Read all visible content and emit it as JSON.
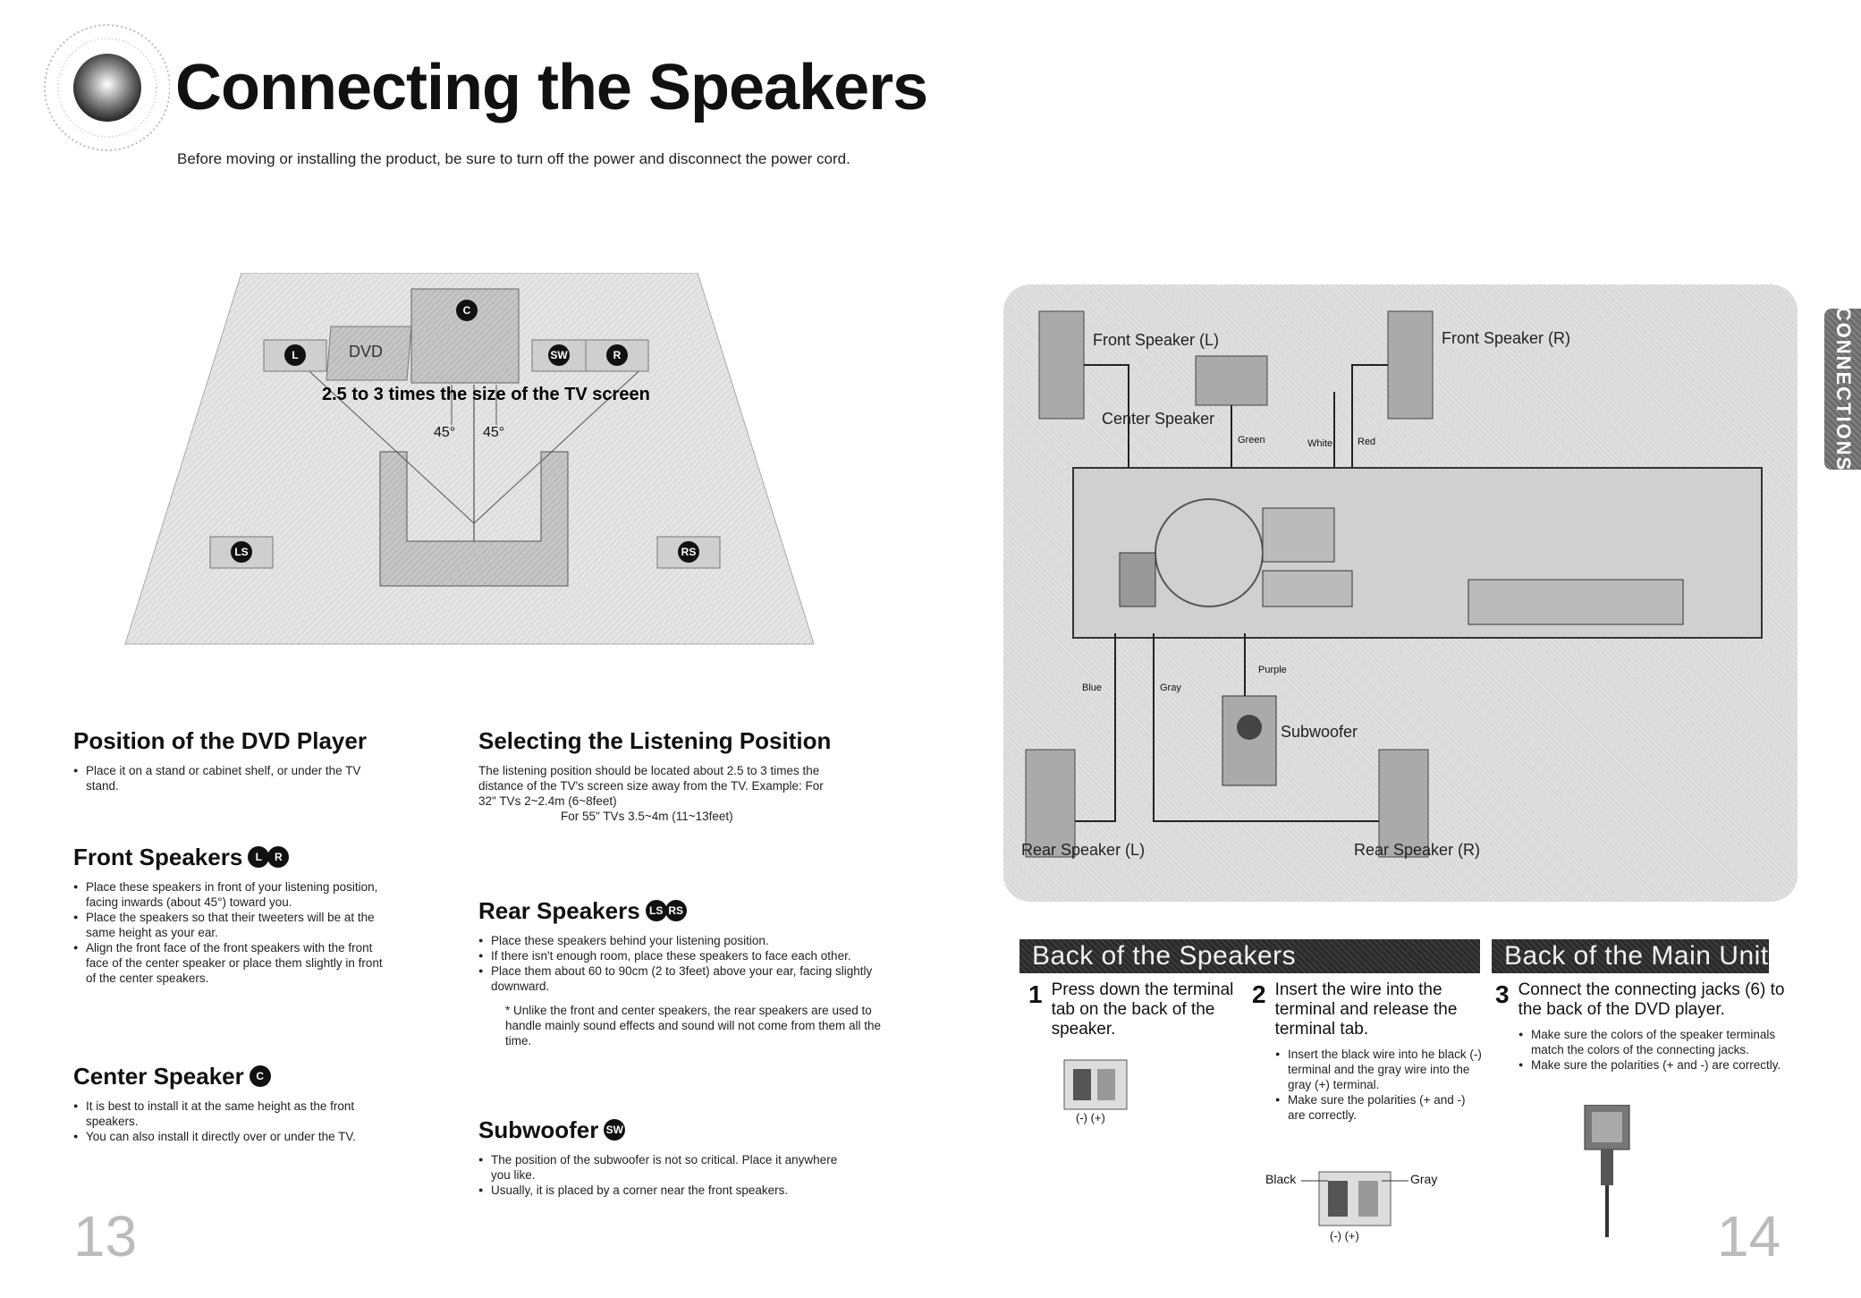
{
  "header": {
    "title": "Connecting the Speakers",
    "subtitle": "Before moving or installing the product, be sure to turn off the power and disconnect the power cord."
  },
  "side_tab": "CONNECTIONS",
  "room_diagram": {
    "labels": {
      "dvd": "DVD",
      "distance": "2.5 to 3 times the size of the TV screen",
      "angle_left": "45°",
      "angle_right": "45°",
      "c": "C",
      "l": "L",
      "r": "R",
      "sw": "SW",
      "ls": "LS",
      "rs": "RS"
    }
  },
  "left": {
    "position": {
      "heading": "Position of the DVD Player",
      "bullets": [
        "Place it on a stand or cabinet shelf, or under the TV stand."
      ]
    },
    "front": {
      "heading": "Front Speakers",
      "badges": [
        "L",
        "R"
      ],
      "bullets": [
        "Place these speakers in front of your listening position, facing inwards (about 45°) toward you.",
        "Place the speakers so that their tweeters will be at the same height as your ear.",
        "Align the front face of the front speakers with the front face of the center speaker or place them slightly in front of the center speakers."
      ]
    },
    "center": {
      "heading": "Center Speaker",
      "badges": [
        "C"
      ],
      "bullets": [
        "It is best to install it at the same height as the front speakers.",
        "You can also install it directly over or under the TV."
      ]
    },
    "page_number": "13"
  },
  "middle": {
    "listening": {
      "heading": "Selecting the Listening Position",
      "text": "The listening position should be located about 2.5 to 3 times the distance of the TV's screen size away from the TV. Example: For 32\" TVs 2~2.4m (6~8feet)",
      "text2": "For 55\" TVs 3.5~4m (11~13feet)"
    },
    "rear": {
      "heading": "Rear Speakers",
      "badges": [
        "LS",
        "RS"
      ],
      "bullets": [
        "Place these speakers behind your listening position.",
        "If there isn't enough room, place these speakers to face each other.",
        "Place them about 60 to 90cm (2 to 3feet) above your ear, facing slightly downward."
      ],
      "note": "* Unlike the front and center speakers, the rear speakers are used to handle mainly sound effects and sound will not come from them all the time."
    },
    "sub": {
      "heading": "Subwoofer",
      "badges": [
        "SW"
      ],
      "bullets": [
        "The position of the subwoofer is not so critical. Place it anywhere you like.",
        "Usually, it is placed by a corner near the front speakers."
      ]
    }
  },
  "wiring": {
    "front_l": "Front Speaker (L)",
    "front_r": "Front Speaker (R)",
    "center": "Center Speaker",
    "green": "Green",
    "white": "White",
    "red": "Red",
    "blue": "Blue",
    "gray": "Gray",
    "purple": "Purple",
    "subwoofer": "Subwoofer",
    "rear_l": "Rear Speaker (L)",
    "rear_r": "Rear Speaker (R)"
  },
  "steps": {
    "banner_left": "Back of the Speakers",
    "banner_right": "Back of the Main Unit",
    "s1": {
      "num": "1",
      "text": "Press down the terminal tab on the back of the speaker."
    },
    "s2": {
      "num": "2",
      "text": "Insert the wire into the terminal and release the terminal tab.",
      "bullets": [
        "Insert the black wire into he black (-) terminal and the gray wire into the gray (+) terminal.",
        "Make sure the polarities (+ and -) are correctly."
      ]
    },
    "s3": {
      "num": "3",
      "text": "Connect the connecting jacks (6) to the back of the DVD player.",
      "bullets": [
        "Make sure the colors of the speaker terminals match the colors of the connecting jacks.",
        "Make sure the polarities (+ and -) are correctly."
      ]
    },
    "terminal_label": "(-) (+)",
    "black": "Black",
    "gray": "Gray",
    "page_number": "14"
  }
}
